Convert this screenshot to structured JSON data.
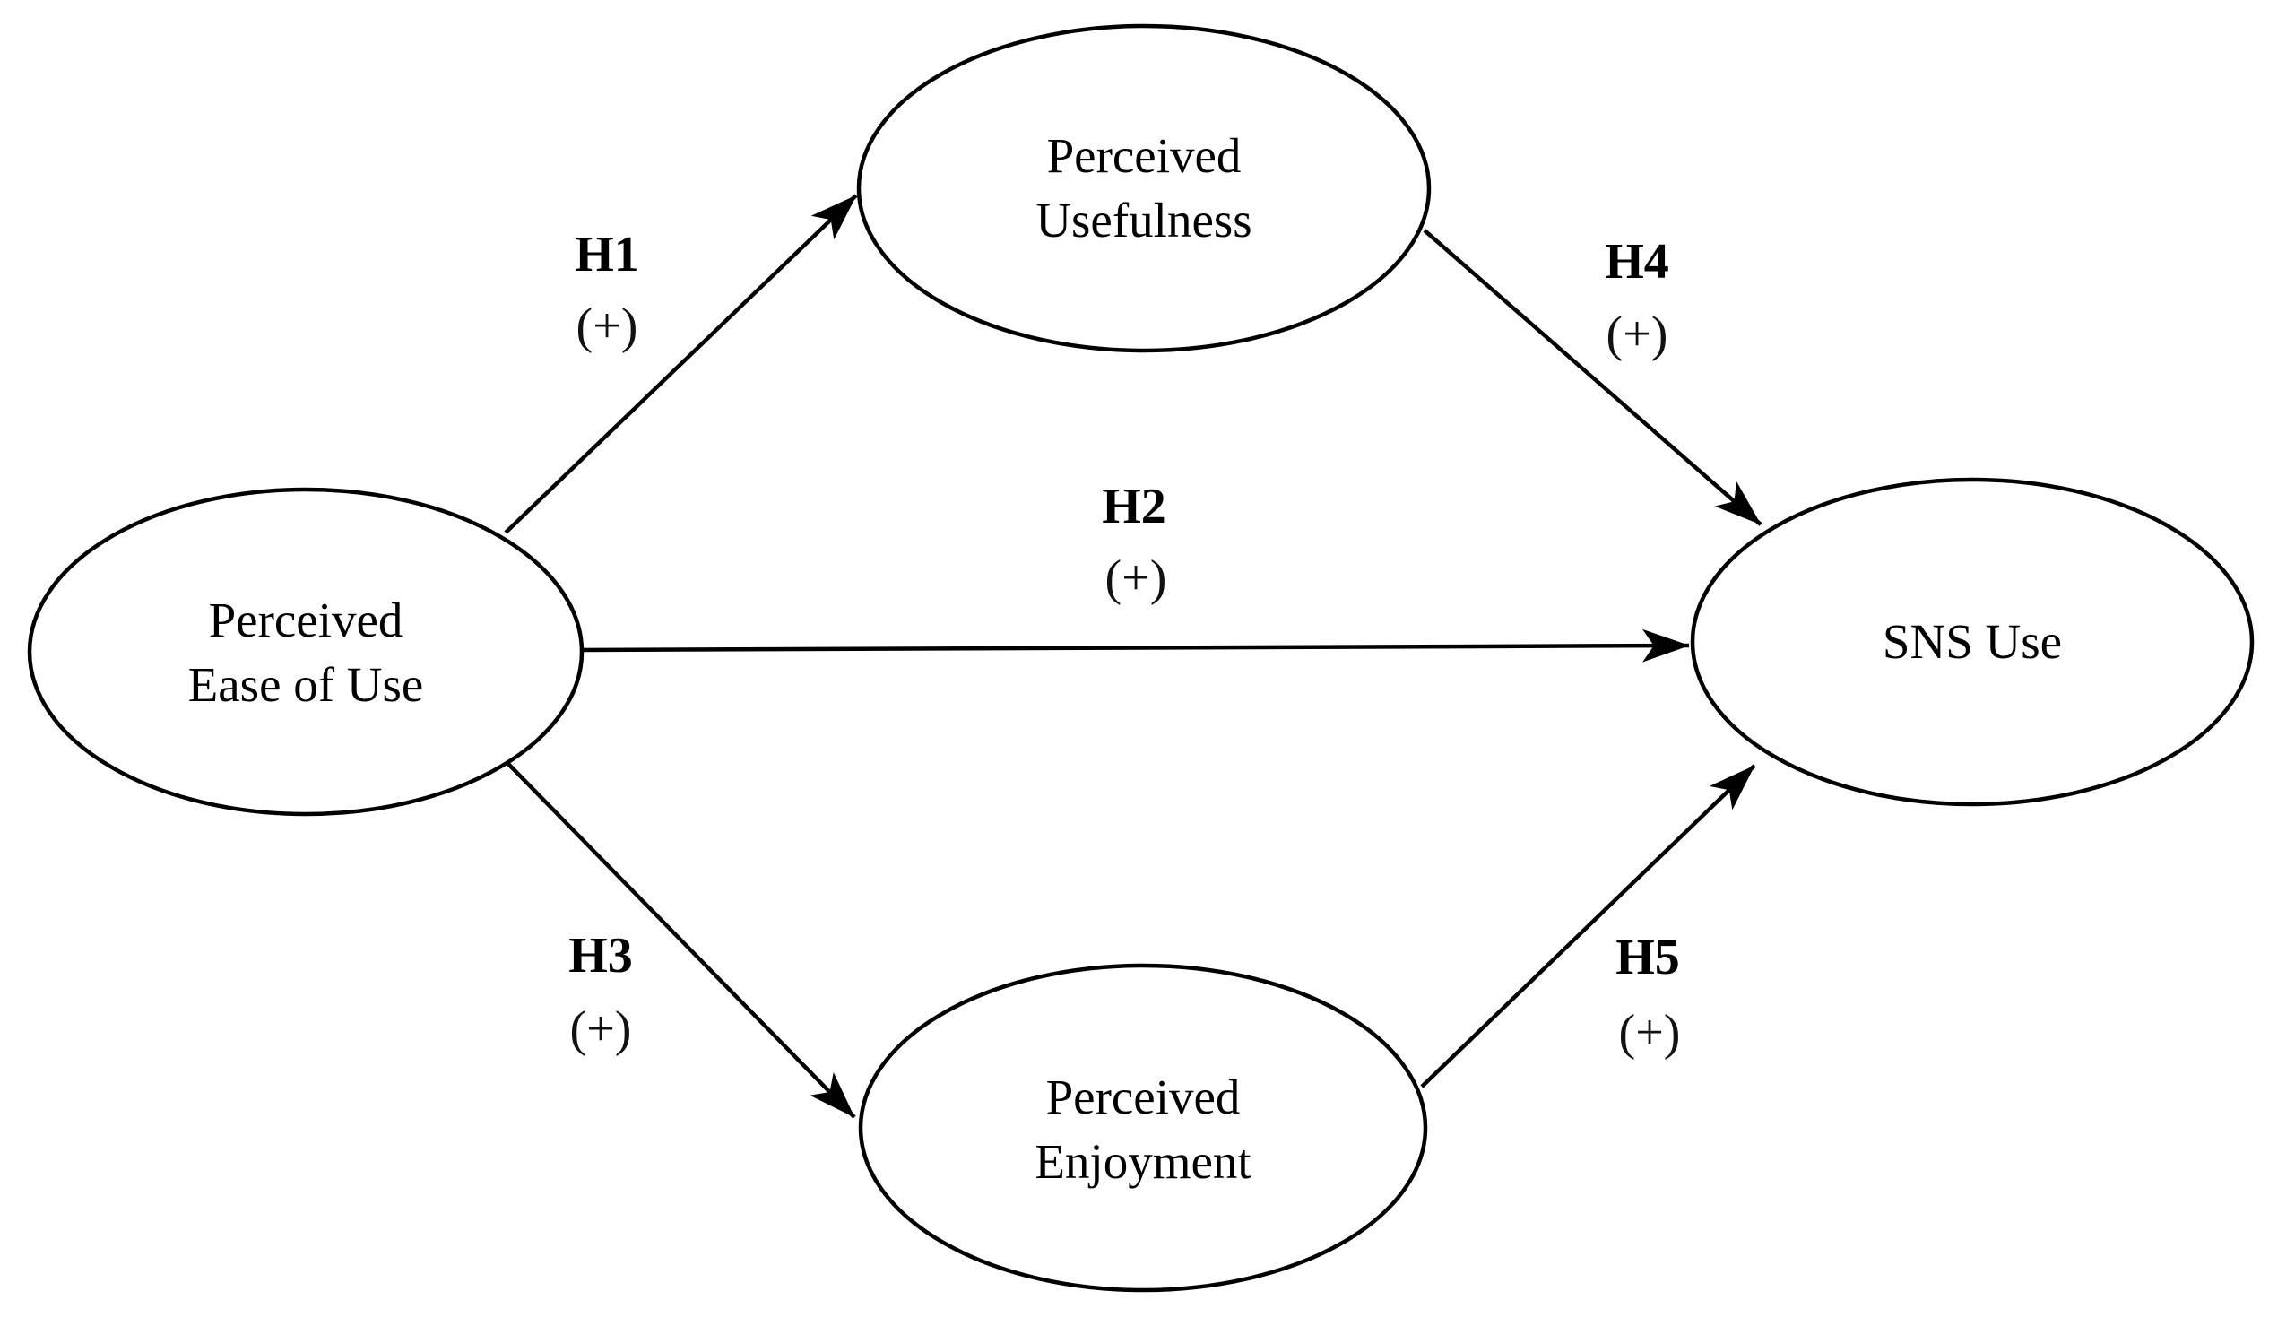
{
  "figure": {
    "kind": "path-diagram",
    "background_color": "#ffffff",
    "line_color": "#000000",
    "text_color": "#000000"
  },
  "nodes": {
    "ease": {
      "line1": "Perceived",
      "line2": "Ease of Use"
    },
    "usefulness": {
      "line1": "Perceived",
      "line2": "Usefulness"
    },
    "enjoyment": {
      "line1": "Perceived",
      "line2": "Enjoyment"
    },
    "sns": {
      "label": "SNS Use"
    }
  },
  "edges": {
    "h1": {
      "label": "H1",
      "sign": "(+)",
      "from": "Perceived Ease of Use",
      "to": "Perceived Usefulness"
    },
    "h2": {
      "label": "H2",
      "sign": "(+)",
      "from": "Perceived Ease of Use",
      "to": "SNS Use"
    },
    "h3": {
      "label": "H3",
      "sign": "(+)",
      "from": "Perceived Ease of Use",
      "to": "Perceived Enjoyment"
    },
    "h4": {
      "label": "H4",
      "sign": "(+)",
      "from": "Perceived Usefulness",
      "to": "SNS Use"
    },
    "h5": {
      "label": "H5",
      "sign": "(+)",
      "from": "Perceived Enjoyment",
      "to": "SNS Use"
    }
  }
}
